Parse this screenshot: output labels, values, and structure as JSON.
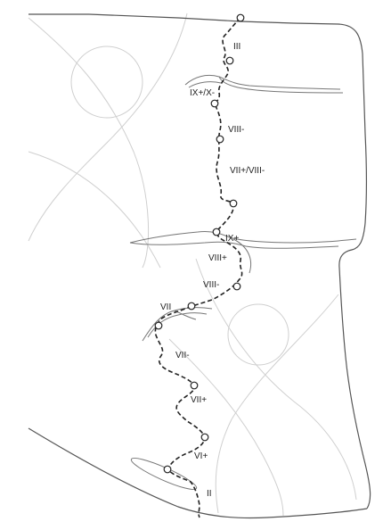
{
  "labels": {
    "iii": "III",
    "ix_x": "IX+/X-",
    "viii_minus_top": "VIII-",
    "vii_viii": "VII+/VIII-",
    "ix_plus": "IX+",
    "viii_plus": "VIII+",
    "viii_minus_mid": "VIII-",
    "vii": "VII",
    "vii_minus": "VII-",
    "vii_plus": "VII+",
    "vi_plus": "VI+",
    "ii": "II"
  },
  "colors": {
    "outline": "#555555",
    "faint": "#cfcfcf",
    "path": "#222222",
    "structure": "#777777"
  }
}
